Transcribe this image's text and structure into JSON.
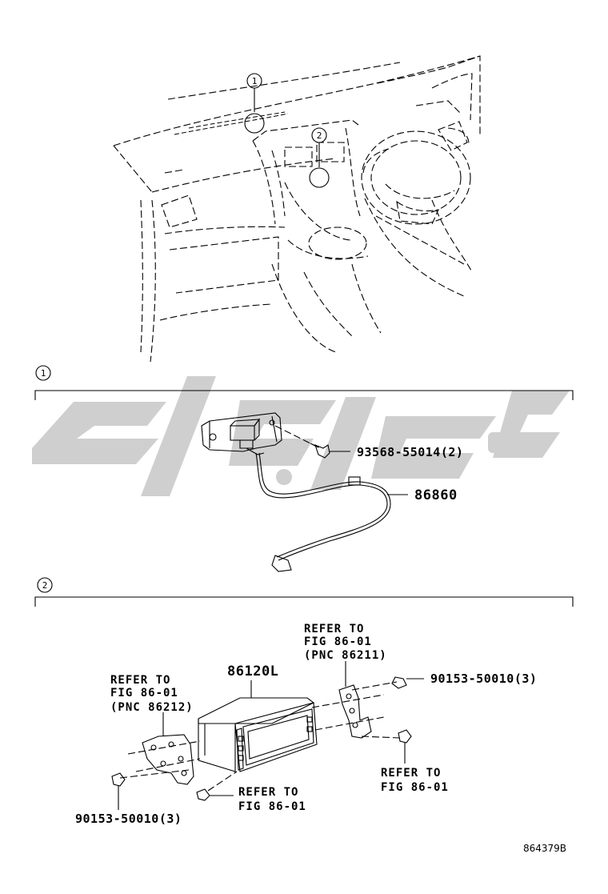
{
  "markers": {
    "view_1": "1",
    "view_2": "2",
    "section_1": "1",
    "section_2": "2"
  },
  "section_1": {
    "bolt_part": "93568-55014(2)",
    "harness_part": "86860"
  },
  "section_2": {
    "unit_part": "86120L",
    "refer_right_bracket": [
      "REFER TO",
      "FIG 86-01",
      "(PNC 86211)"
    ],
    "refer_left_bracket": [
      "REFER TO",
      "FIG 86-01",
      "(PNC 86212)"
    ],
    "bolt_right_part": "90153-50010(3)",
    "bolt_left_part": "90153-50010(3)",
    "refer_right_screw": [
      "REFER TO",
      "FIG 86-01"
    ],
    "refer_bottom_screw": [
      "REFER TO",
      "FIG 86-01"
    ]
  },
  "diagram_code": "864379B",
  "watermark_color": "#cfcfcf"
}
